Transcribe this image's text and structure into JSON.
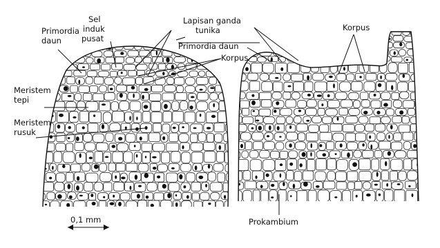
{
  "labels": {
    "primordia_daun_left": [
      "Primordia",
      "daun"
    ],
    "sel_induk_pusat": [
      "Sel",
      "induk",
      "pusat"
    ],
    "lapisan_ganda_tunika": [
      "Lapisan ganda",
      "tunika"
    ],
    "primordia_daun_center": "Primordia daun",
    "korpus_center": "Korpus",
    "korpus_right": "Korpus",
    "meristem_tepi": [
      "Meristem",
      "tepi"
    ],
    "meristem_rusuk": [
      "Meristem",
      "rusuk"
    ],
    "prokambium": "Prokambium",
    "scale_bar": "0,1 mm"
  }
}
